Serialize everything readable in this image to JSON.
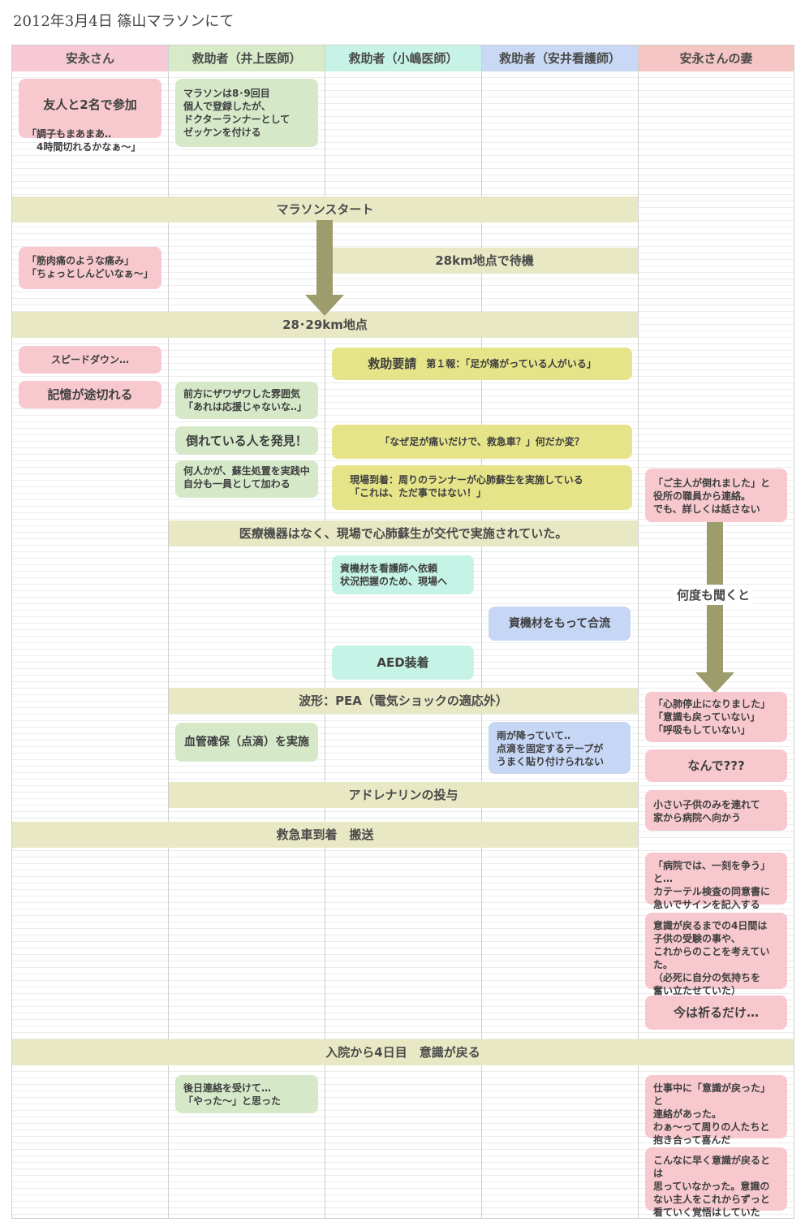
{
  "title": "2012年3月4日 篠山マラソンにて",
  "colors": {
    "pink": "#f7c9cf",
    "green": "#d5e9c9",
    "yellow": "#e5e489",
    "mint": "#c5f3e6",
    "blue": "#c6d6f5",
    "band": "#e8e9c4",
    "arrow": "#9c9c6c"
  },
  "columns": [
    "安永さん",
    "救助者（井上医師）",
    "救助者（小嶋医師）",
    "救助者（安井看護師）",
    "安永さんの妻"
  ],
  "bands": {
    "start": "マラソンスタート",
    "km2829": "28･29km地点",
    "cpr": "医療機器はなく、現場で心肺蘇生が交代で実施されていた。",
    "pea": "波形：PEA（電気ショックの適応外）",
    "adrenaline": "アドレナリンの投与",
    "ambulance": "救急車到着　搬送",
    "recovery": "入院から4日目　意識が戻る"
  },
  "yasunaga": {
    "join_title": "友人と2名で参加",
    "join_text": "「調子もまあまあ‥\n　4時間切れるかなぁ〜」",
    "pain": "「筋肉痛のような痛み」\n「ちょっとしんどいなぁ〜」",
    "speed": "スピードダウン…",
    "memory": "記憶が途切れる"
  },
  "inoue": {
    "reg": "マラソンは8･9回目\n個人で登録したが、\nドクターランナーとして\nゼッケンを付ける",
    "noise": "前方にザワザワした雰囲気\n「あれは応援じゃないな‥」",
    "found": "倒れている人を発見！",
    "join": "何人かが、蘇生処置を実践中\n自分も一員として加わる",
    "iv": "血管確保（点滴）を実施",
    "later": "後日連絡を受けて…\n「やった〜」と思った"
  },
  "kojima": {
    "standby": "28km地点で待機",
    "request_title": "救助要請",
    "request_detail": "第１報：「足が痛がっている人がいる」",
    "why": "「なぜ足が痛いだけで、救急車？」何だか変？",
    "arrival": "現場到着：周りのランナーが心肺蘇生を実施している\n「これは、ただ事ではない！」",
    "ask": "資機材を看護師へ依頼\n状況把握のため、現場へ",
    "aed": "AED装着"
  },
  "yasui": {
    "equipment": "資機材をもって合流",
    "rain": "雨が降っていて‥\n点滴を固定するテープが\nうまく貼り付けられない"
  },
  "wife": {
    "call": "「ご主人が倒れました」と\n役所の職員から連絡。\nでも、詳しくは話さない",
    "asking": "何度も聞くと",
    "arrest": "「心肺停止になりました」\n「意識も戻っていない」\n「呼吸もしていない」",
    "why": "なんで???",
    "kids": "小さい子供のみを連れて\n家から病院へ向かう",
    "consent": "「病院では、一刻を争う」と…\nカテーテル検査の同意書に\n急いでサインを記入する",
    "four_days": "意識が戻るまでの4日間は\n子供の受験の事や、\nこれからのことを考えていた。\n（必死に自分の気持ちを\n奮い立たせていた）",
    "pray": "今は祈るだけ…",
    "recovered": "仕事中に「意識が戻った」と\n連絡があった。\nわぁ〜って周りの人たちと\n抱き合って喜んだ",
    "resolve": "こんなに早く意識が戻るとは\n思っていなかった。意識の\nない主人をこれからずっと\n看ていく覚悟はしていた"
  }
}
